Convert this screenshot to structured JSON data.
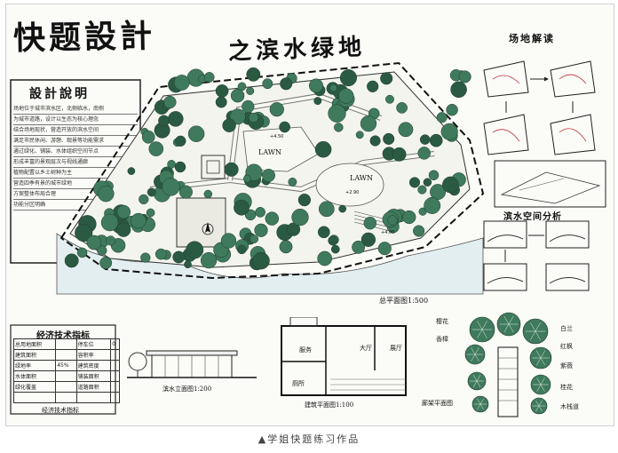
{
  "titles": {
    "main": "快题設計",
    "sub": "之滨水绿地",
    "description": "設計說明",
    "flow_analysis": "场地解读",
    "space_analysis": "滨水空间分析",
    "tech_indicators": "经济技术指标",
    "plan_scale": "总平面图1:500"
  },
  "description_lines": [
    "场地位于城市滨水区，北侧临水，南侧",
    "为城市道路，设计以生态为核心理念",
    "结合场地现状，营造开放的滨水空间",
    "满足市民休闲、游憩、观景等功能需求",
    "通过绿化、铺装、水体组织空间节点",
    "形成丰富的景观层次与视线通廊",
    "植物配置以乡土树种为主",
    "营造四季有景的城市绿地",
    "方案整体布局合理",
    "功能分区明确"
  ],
  "plan_labels": {
    "lawn1": "LAWN",
    "lawn2": "LAWN",
    "elev1": "+4.50",
    "elev2": "+2.90",
    "elev3": "+4.00"
  },
  "tech_table": {
    "rows": [
      [
        "总用地面积",
        "",
        "停车位",
        "0"
      ],
      [
        "建筑面积",
        "",
        "容积率",
        ""
      ],
      [
        "绿地率",
        "45%",
        "建筑密度",
        ""
      ],
      [
        "水体面积",
        "",
        "铺装面积",
        ""
      ],
      [
        "绿化覆盖",
        "",
        "道路面积",
        ""
      ],
      [
        "",
        "",
        "",
        ""
      ]
    ],
    "footer": "经济技术指标"
  },
  "drawing_labels": {
    "elevation": "滨水立面图1:200",
    "building": "建筑平面图1:100",
    "pergola": "廊架平面图",
    "room1": "厕所",
    "room2": "大厅",
    "room3": "服务",
    "room4": "展厅"
  },
  "pergola_labels": [
    "樱花",
    "香樟",
    "白兰",
    "红枫",
    "紫薇",
    "桂花",
    "木栈道"
  ],
  "caption": "▲学姐快题练习作品",
  "colors": {
    "tree_fill": "#3f7a5c",
    "tree_dark": "#2b5a43",
    "water": "#cfe3ea",
    "paper": "#fbfbf8",
    "ink": "#111111"
  }
}
